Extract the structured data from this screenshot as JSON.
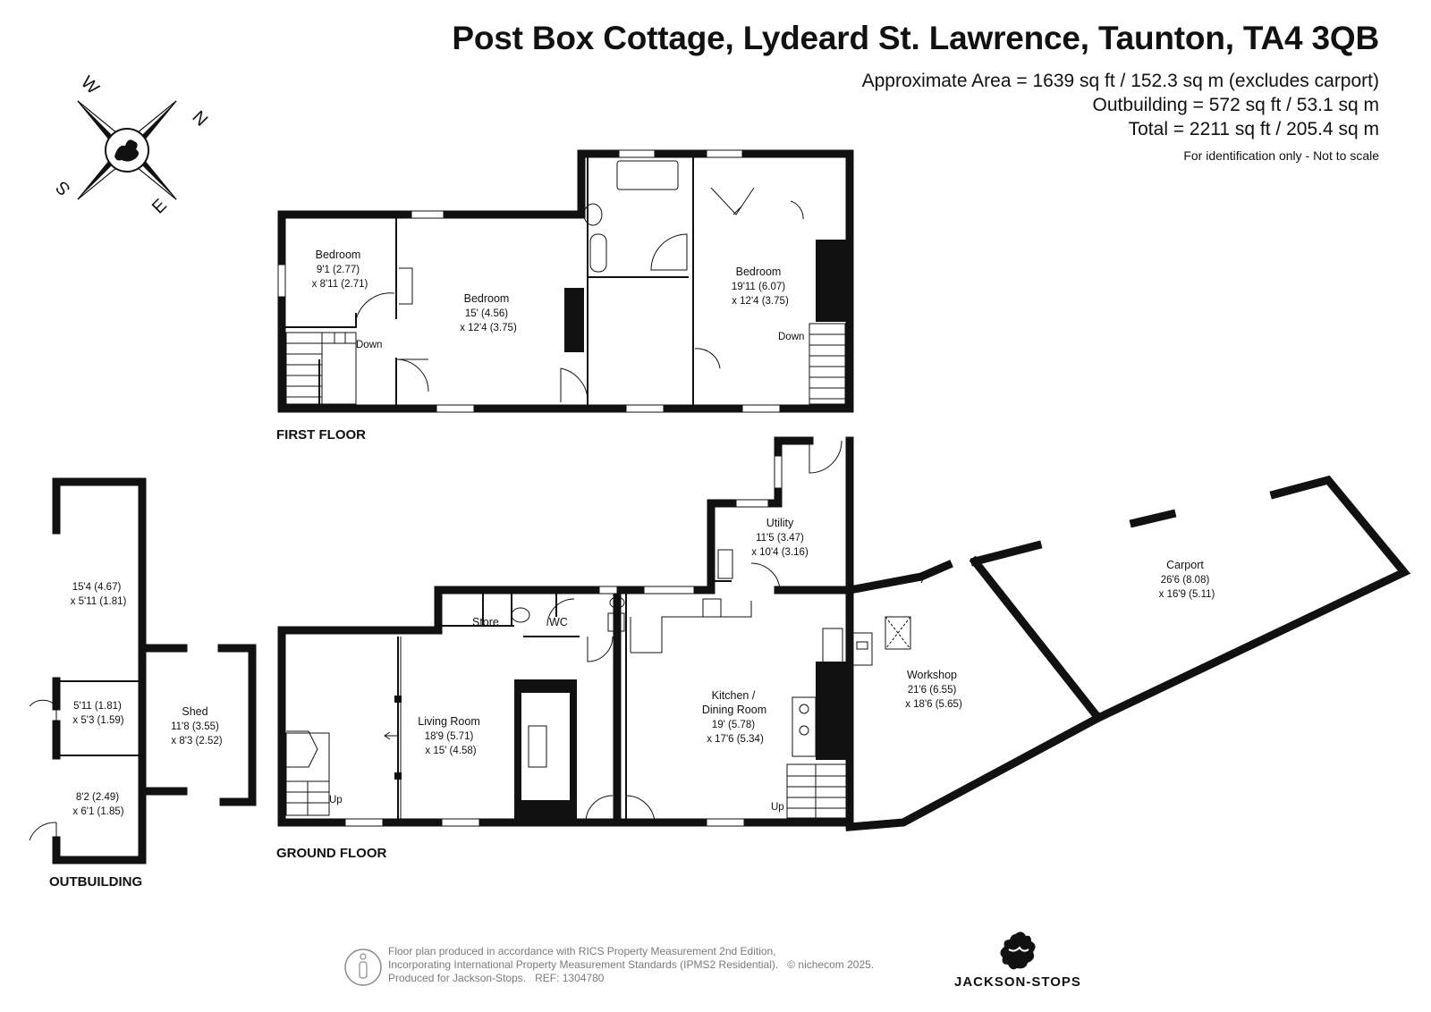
{
  "header": {
    "title": "Post Box Cottage, Lydeard St. Lawrence, Taunton, TA4 3QB",
    "area_main": "Approximate Area = 1639 sq ft / 152.3 sq m (excludes carport)",
    "area_outbuilding": "Outbuilding = 572 sq ft / 53.1 sq m",
    "area_total": "Total = 2211 sq ft / 205.4 sq m",
    "note": "For identification only - Not to scale"
  },
  "compass": {
    "n": "N",
    "e": "E",
    "s": "S",
    "w": "W"
  },
  "floors": {
    "first": "FIRST FLOOR",
    "ground": "GROUND FLOOR",
    "outbuilding": "OUTBUILDING"
  },
  "rooms": {
    "bed1": {
      "name": "Bedroom",
      "d1": "9'1 (2.77)",
      "d2": "x 8'11 (2.71)"
    },
    "bed2": {
      "name": "Bedroom",
      "d1": "15' (4.56)",
      "d2": "x 12'4 (3.75)"
    },
    "bed3": {
      "name": "Bedroom",
      "d1": "19'11 (6.07)",
      "d2": "x 12'4 (3.75)"
    },
    "utility": {
      "name": "Utility",
      "d1": "11'5 (3.47)",
      "d2": "x 10'4 (3.16)"
    },
    "carport": {
      "name": "Carport",
      "d1": "26'6 (8.08)",
      "d2": "x 16'9 (5.11)"
    },
    "workshop": {
      "name": "Workshop",
      "d1": "21'6 (6.55)",
      "d2": "x 18'6 (5.65)"
    },
    "kitchen": {
      "name1": "Kitchen /",
      "name2": "Dining Room",
      "d1": "19' (5.78)",
      "d2": "x 17'6 (5.34)"
    },
    "living": {
      "name": "Living Room",
      "d1": "18'9 (5.71)",
      "d2": "x 15' (4.58)"
    },
    "store": {
      "name": "Store"
    },
    "wc": {
      "name": "WC"
    },
    "shed": {
      "name": "Shed",
      "d1": "11'8 (3.55)",
      "d2": "x 8'3 (2.52)"
    },
    "out1": {
      "d1": "15'4 (4.67)",
      "d2": "x 5'11 (1.81)"
    },
    "out2": {
      "d1": "5'11 (1.81)",
      "d2": "x 5'3 (1.59)"
    },
    "out3": {
      "d1": "8'2 (2.49)",
      "d2": "x 6'1 (1.85)"
    }
  },
  "stairs": {
    "down": "Down",
    "up": "Up"
  },
  "footer": {
    "line1": "Floor plan produced in accordance with RICS Property Measurement 2nd Edition,",
    "line2": "Incorporating International Property Measurement Standards (IPMS2 Residential).",
    "copyright": "© nichecom 2025.",
    "line3": "Produced for Jackson-Stops.",
    "ref": "REF:  1304780",
    "brand": "JACKSON-STOPS"
  }
}
